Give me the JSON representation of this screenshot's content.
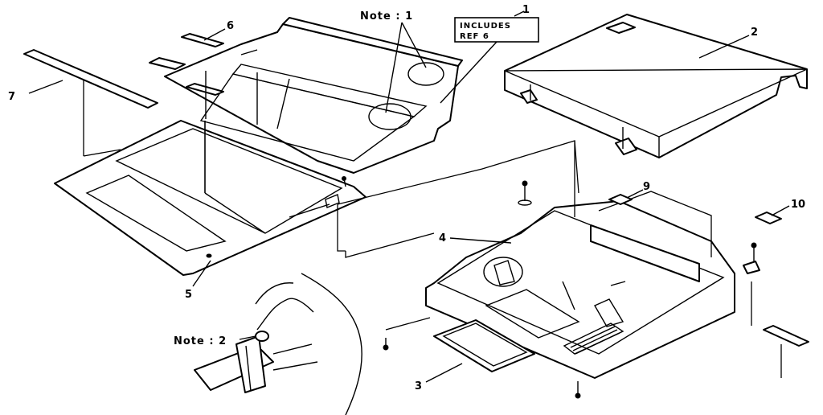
{
  "callouts": {
    "ref1": "1",
    "ref2": "2",
    "ref3": "3",
    "ref4": "4",
    "ref5": "5",
    "ref6": "6",
    "ref7": "7",
    "ref9": "9",
    "ref10": "10"
  },
  "notes": {
    "note1": "Note : 1",
    "note2": "Note : 2"
  },
  "includes_box": {
    "line1": "INCLUDES",
    "line2": "REF 6"
  }
}
